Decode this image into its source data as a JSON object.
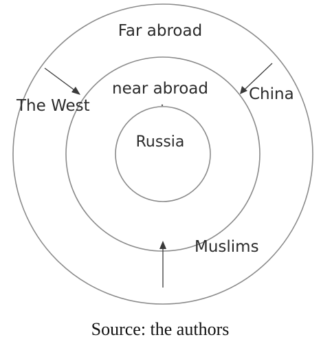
{
  "diagram": {
    "rings": {
      "outer": "Far abroad",
      "middle": "near abroad",
      "inner": "Russia"
    },
    "actors": {
      "west": "The West",
      "china": "China",
      "muslims": "Muslims"
    },
    "caption": "Source: the authors"
  }
}
